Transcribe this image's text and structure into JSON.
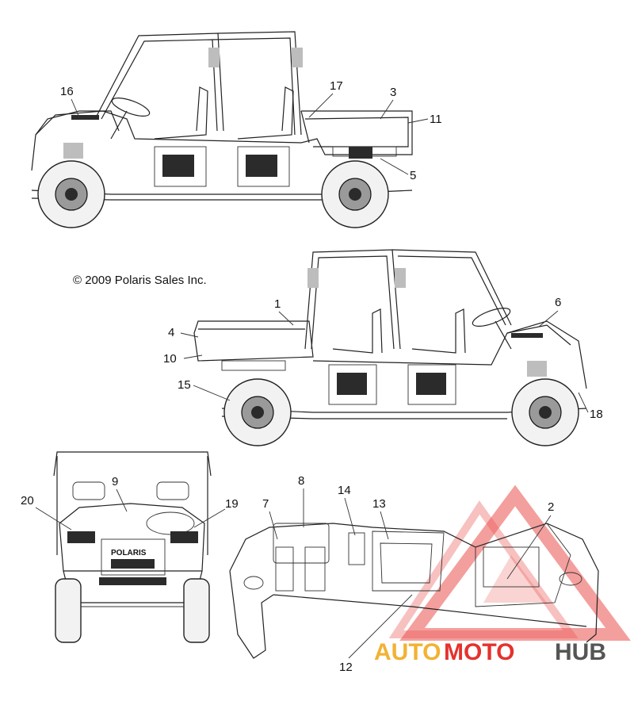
{
  "copyright": "© 2009 Polaris Sales Inc.",
  "callouts": {
    "c1": "1",
    "c2": "2",
    "c3": "3",
    "c4": "4",
    "c5": "5",
    "c6": "6",
    "c7": "7",
    "c8": "8",
    "c9": "9",
    "c10": "10",
    "c11": "11",
    "c12": "12",
    "c13": "13",
    "c14": "14",
    "c15": "15",
    "c16": "16",
    "c17": "17",
    "c18": "18",
    "c19": "19",
    "c20": "20"
  },
  "watermark": {
    "part1": "AUTO",
    "part2": "MOTO",
    "part3": "HUB",
    "colors": {
      "accent": "#e5322d",
      "gold": "#f2b233",
      "gray": "#555555"
    }
  },
  "front_grille_text": "POLARIS"
}
